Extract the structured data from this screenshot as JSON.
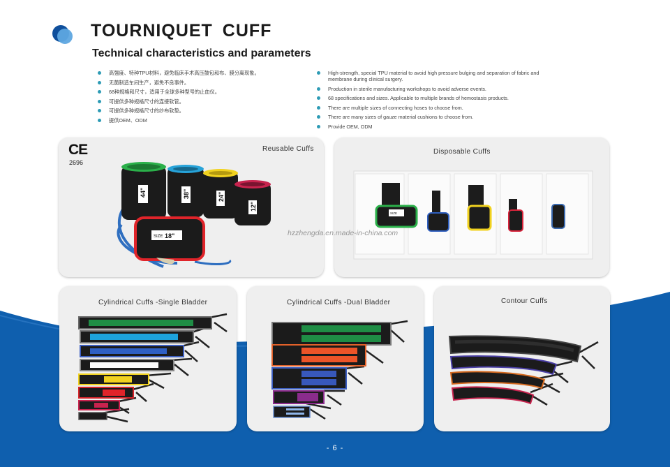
{
  "header": {
    "title": "TOURNIQUET  CUFF",
    "subtitle": "Technical characteristics and parameters"
  },
  "features_cn": [
    "高强度、特种TPU材料，避免临床手术高压鼓包和布、膜分离现象。",
    "无菌制造车间生产，避免不良事件。",
    "68种规格和尺寸，适用于全球多种型号的止血仪。",
    "可提供多种规格尺寸的连接软管。",
    "可提供多种规格尺寸的纱布软垫。",
    "提供OEM、ODM"
  ],
  "features_en": [
    "High-strength, special TPU material to avoid high pressure bulging and separation of fabric and membrane during clinical surgery.",
    "Production in sterile manufacturing workshops to avoid adverse events.",
    "68 specifications and sizes. Applicable to multiple brands of hemostasis products.",
    "There are multiple sizes of connecting hoses to choose from.",
    "There are many sizes of gauze material cushions to choose from.",
    "Provide OEM, ODM"
  ],
  "panels": {
    "reusable": {
      "label": "Reusable Cuffs",
      "ce_mark": "CE",
      "ce_number": "2696",
      "size_tag": "SIZE",
      "sizes": [
        "44\"",
        "38\"",
        "24\"",
        "12\"",
        "18\""
      ]
    },
    "disposable": {
      "label": "Disposable Cuffs",
      "size_tag": "SIZE"
    },
    "single": {
      "label": "Cylindrical Cuffs -Single Bladder"
    },
    "dual": {
      "label": "Cylindrical Cuffs -Dual Bladder"
    },
    "contour": {
      "label": "Contour Cuffs"
    }
  },
  "watermark": "hzzhengda.en.made-in-china.com",
  "page_number": "- 6 -",
  "colors": {
    "brand_blue": "#0f5fae",
    "bullet_teal": "#2d9bb5",
    "panel_bg": "#efefef"
  }
}
